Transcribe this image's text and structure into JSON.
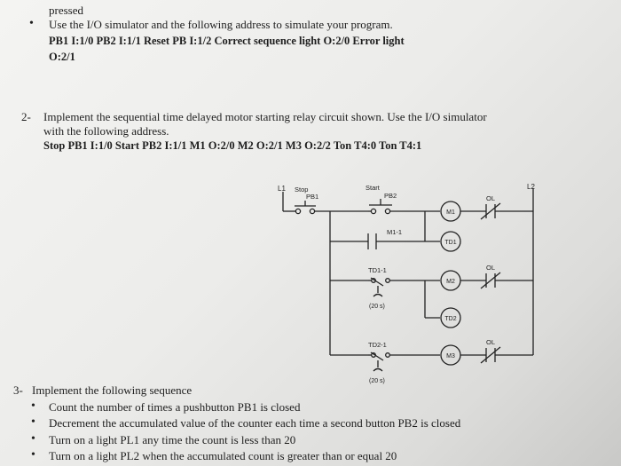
{
  "item1": {
    "pressed_line": "pressed",
    "sim_line": "Use the I/O simulator and the following address to simulate your program.",
    "addr_line1": "PB1  I:1/0    PB2 I:1/1    Reset PB  I:1/2   Correct sequence light  O:2/0  Error light",
    "addr_line2": "O:2/1"
  },
  "item2": {
    "number": "2-",
    "line1": "Implement the sequential time delayed motor starting relay circuit shown. Use the I/O simulator",
    "line2": "with the following address.",
    "addr": "Stop PB1  I:1/0   Start PB2  I:1/1 M1  O:2/0  M2  O:2/1  M3  O:2/2  Ton  T4:0   Ton  T4:1"
  },
  "diagram": {
    "l1": "L1",
    "l2": "L2",
    "stop": "Stop",
    "pb1": "PB1",
    "start": "Start",
    "pb2": "PB2",
    "m1_contact": "M1-1",
    "td1_contact": "TD1-1",
    "td2_contact": "TD2-1",
    "delay1": "(20 s)",
    "delay2": "(20 s)",
    "coils": [
      "M1",
      "TD1",
      "M2",
      "TD2",
      "M3"
    ],
    "ol": "OL"
  },
  "item3": {
    "number": "3-",
    "title": "Implement the following sequence",
    "bullets": [
      "Count the number of times a pushbutton PB1 is closed",
      "Decrement the accumulated value of the counter each time a second button PB2 is closed",
      "Turn on a light PL1 any time the count is less than 20",
      "Turn on a light PL2 when the accumulated count is greater than or equal 20"
    ]
  }
}
